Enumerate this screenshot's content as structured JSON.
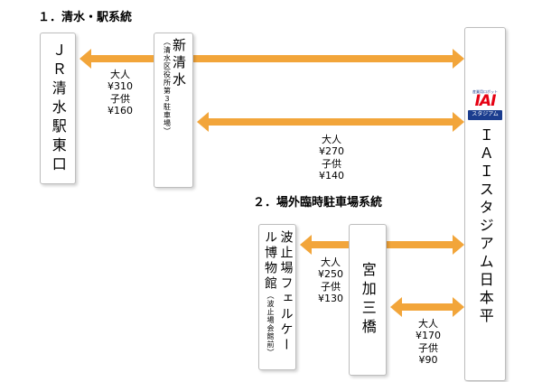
{
  "sections": [
    {
      "title": "１．清水・駅系統"
    },
    {
      "title": "２．場外臨時駐車場系統"
    }
  ],
  "stops": {
    "jr_shimizu": {
      "name": "ＪＲ清水駅東口"
    },
    "shin_shimizu": {
      "name": "新清水",
      "note": "（清水区役所第３駐車場）"
    },
    "iai_stadium": {
      "name": "ＩＡＩスタジアム日本平"
    },
    "museum": {
      "name": "波止場フェルケール博物館",
      "note": "（波止場会館前）"
    },
    "miyakami": {
      "name": "宮加三橋"
    }
  },
  "logo": {
    "tagline": "産業用ロボット",
    "brand": "IAI",
    "band": "スタジアム"
  },
  "fares": [
    {
      "adult_label": "大人",
      "adult": "¥310",
      "child_label": "子供",
      "child": "¥160"
    },
    {
      "adult_label": "大人",
      "adult": "¥270",
      "child_label": "子供",
      "child": "¥140"
    },
    {
      "adult_label": "大人",
      "adult": "¥250",
      "child_label": "子供",
      "child": "¥130"
    },
    {
      "adult_label": "大人",
      "adult": "¥170",
      "child_label": "子供",
      "child": "¥90"
    }
  ],
  "colors": {
    "arrow": "#f2a53a",
    "box_border": "#bdbdbd",
    "brand_red": "#e60012",
    "brand_blue": "#1b3d8f"
  }
}
